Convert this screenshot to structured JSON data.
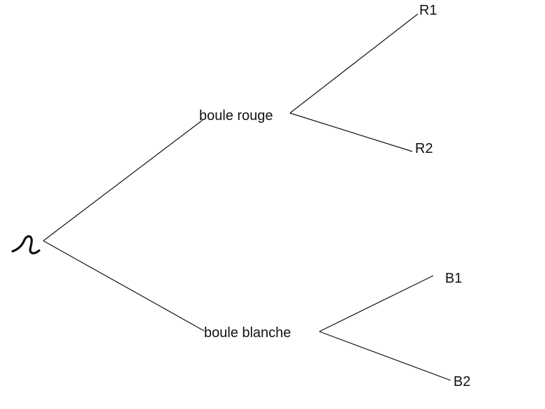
{
  "tree": {
    "root": {
      "symbol_icon": "omega-handwritten-icon"
    },
    "level1": [
      {
        "label": "boule rouge"
      },
      {
        "label": "boule blanche"
      }
    ],
    "level2": [
      {
        "label": "R1"
      },
      {
        "label": "R2"
      },
      {
        "label": "B1"
      },
      {
        "label": "B2"
      }
    ]
  },
  "colors": {
    "line": "#111111",
    "text": "#111111",
    "background": "#ffffff"
  }
}
